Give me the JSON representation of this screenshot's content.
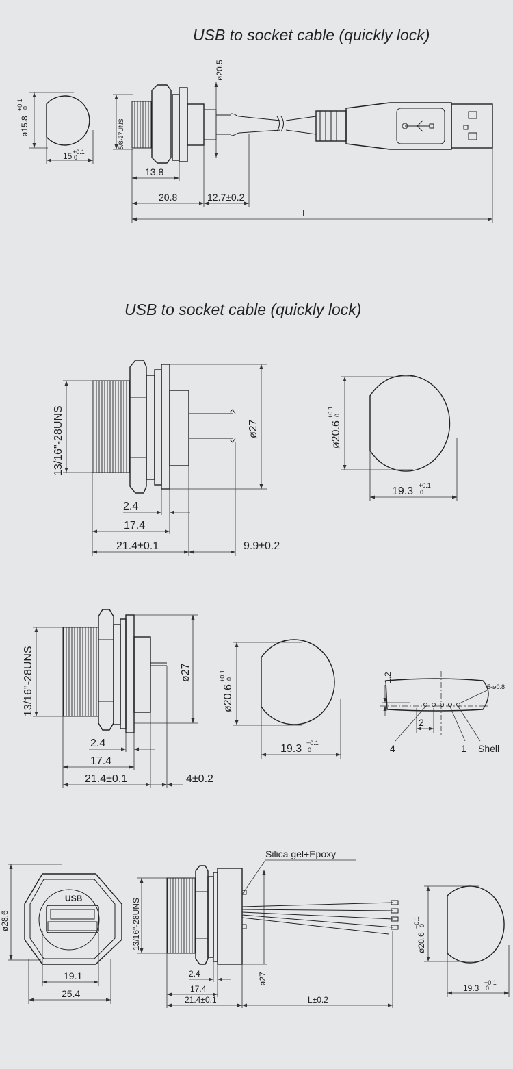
{
  "titles": {
    "top": "USB to socket cable (quickly lock)",
    "second": "USB to socket cable (quickly lock)"
  },
  "panel1": {
    "d15_8": "ø15.8",
    "w15": "15",
    "tol01": "+0.1",
    "tol0": "0",
    "d20_5": "ø20.5",
    "thread": "5/8-27UNS",
    "d13_8": "13.8",
    "d20_8": "20.8",
    "d12_7": "12.7±0.2",
    "L": "L"
  },
  "panel2": {
    "thread": "13/16\"-28UNS",
    "d27": "ø27",
    "d2_4": "2.4",
    "d17_4": "17.4",
    "d21_4": "21.4±0.1",
    "d9_9": "9.9±0.2",
    "d20_6": "ø20.6",
    "d19_3": "19.3",
    "tol01": "+0.1",
    "tol0": "0"
  },
  "panel3": {
    "thread": "13/16\"-28UNS",
    "d27": "ø27",
    "d2_4": "2.4",
    "d17_4": "17.4",
    "d21_4": "21.4±0.1",
    "d4": "4±0.2",
    "d20_6": "ø20.6",
    "d19_3": "19.3",
    "tol01": "+0.1",
    "tol0": "0",
    "d1_2": "1.2",
    "holes": "5-ø0.8",
    "d2": "2",
    "pin4": "4",
    "pin1": "1",
    "shell": "Shell"
  },
  "panel4": {
    "d28_6": "ø28.6",
    "usb": "USB",
    "d19_1": "19.1",
    "d25_4": "25.4",
    "silica": "Silica  gel+Epoxy",
    "thread": "13/16\"-28UNS",
    "d27": "ø27",
    "d2_4": "2.4",
    "d17_4": "17.4",
    "d21_4": "21.4±0.1",
    "Lt": "L±0.2",
    "d20_6": "ø20.6",
    "d19_3": "19.3",
    "tol01": "+0.1",
    "tol0": "0"
  }
}
